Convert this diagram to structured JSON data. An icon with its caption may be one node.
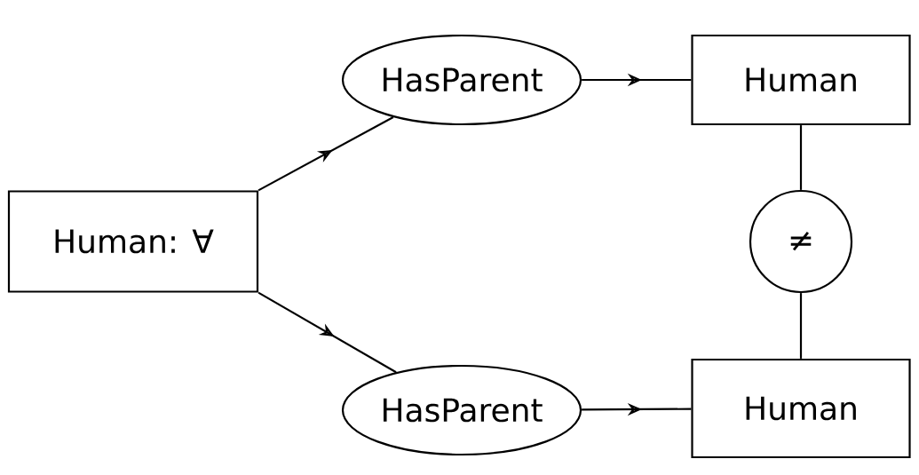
{
  "diagram": {
    "nodes": [
      {
        "text": [
          "Human:  ∀"
        ]
      },
      {
        "text": [
          "HasParent"
        ]
      },
      {
        "text": [
          "Human"
        ]
      },
      {
        "text": [
          "≠"
        ]
      },
      {
        "text": [
          "HasParent"
        ]
      },
      {
        "text": [
          "Human"
        ]
      }
    ],
    "edges": [
      {
        "from": 0,
        "to": 1,
        "arrow": "to"
      },
      {
        "from": 1,
        "to": 2,
        "arrow": "to"
      },
      {
        "from": 2,
        "to": 3,
        "arrow": "none"
      },
      {
        "from": 3,
        "to": 5,
        "arrow": "none"
      },
      {
        "from": 0,
        "to": 4,
        "arrow": "to"
      },
      {
        "from": 4,
        "to": 5,
        "arrow": "to"
      }
    ]
  }
}
